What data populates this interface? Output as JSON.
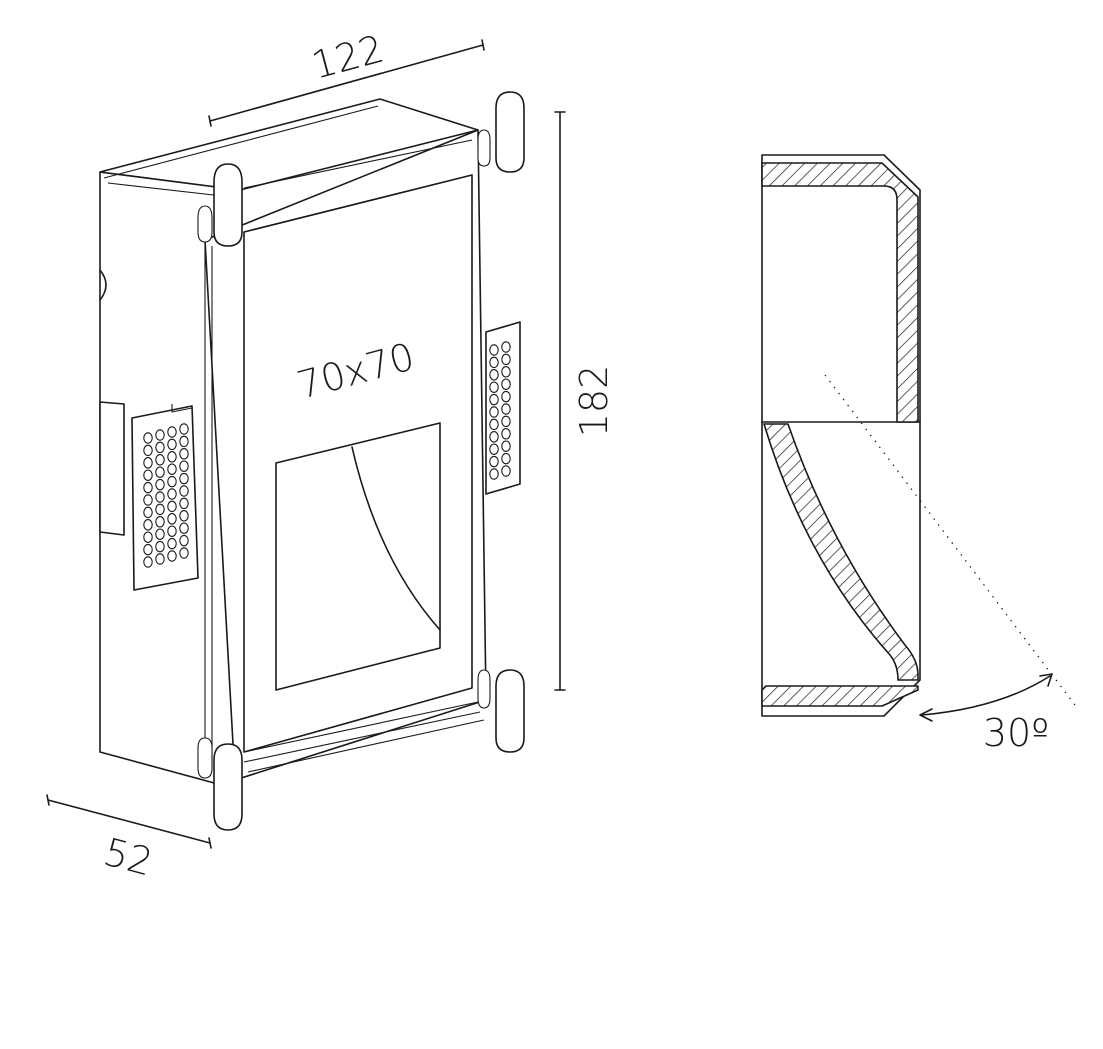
{
  "drawing": {
    "dimensions": {
      "width": "122",
      "height": "182",
      "depth": "52",
      "aperture": "70x70",
      "angle": "30º"
    },
    "colors": {
      "line": "#1a1a1a",
      "background": "#ffffff"
    }
  }
}
